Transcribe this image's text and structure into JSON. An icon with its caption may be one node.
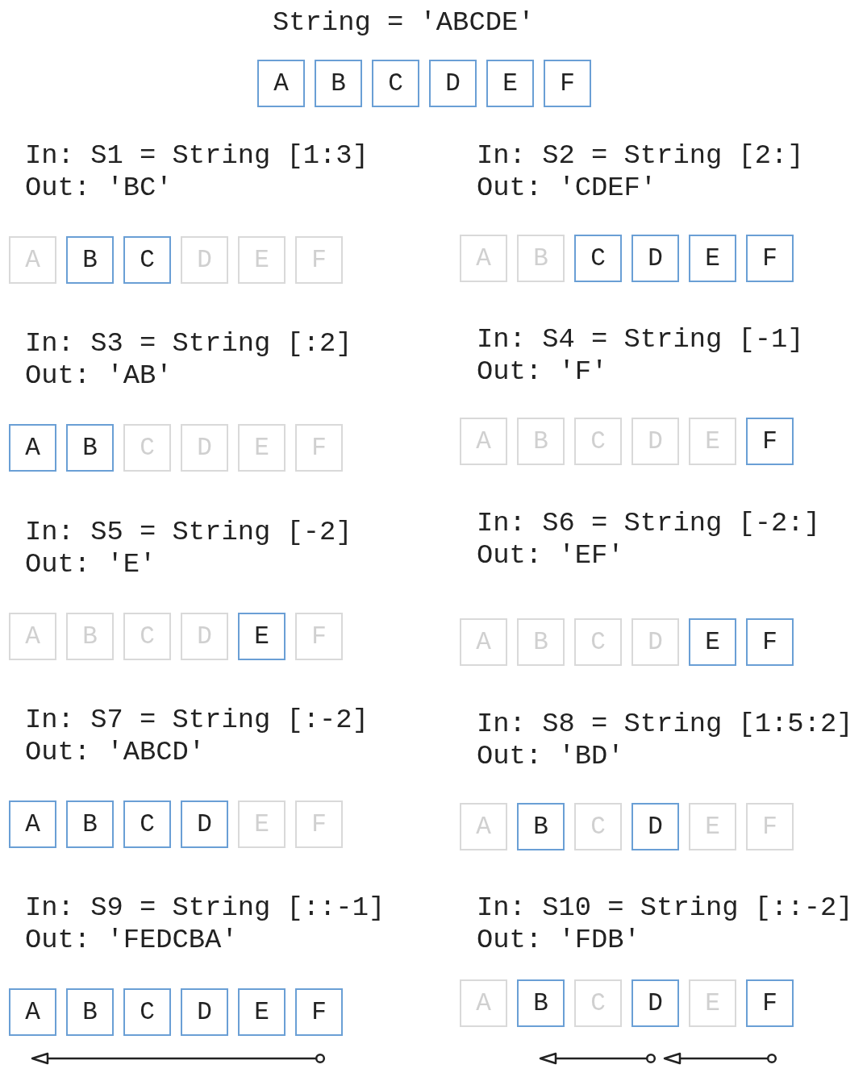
{
  "diagram": {
    "title": "String = 'ABCDE'",
    "nodes": [
      {
        "text": [
          "A"
        ]
      },
      {
        "text": [
          "B"
        ]
      },
      {
        "text": [
          "C"
        ]
      },
      {
        "text": [
          "D"
        ]
      },
      {
        "text": [
          "E"
        ]
      },
      {
        "text": [
          "F"
        ]
      },
      {
        "text": [
          "A"
        ]
      },
      {
        "text": [
          "B"
        ]
      },
      {
        "text": [
          "C"
        ]
      },
      {
        "text": [
          "D"
        ]
      },
      {
        "text": [
          "E"
        ]
      },
      {
        "text": [
          "F"
        ]
      },
      {
        "text": [
          "A"
        ]
      },
      {
        "text": [
          "B"
        ]
      },
      {
        "text": [
          "C"
        ]
      },
      {
        "text": [
          "D"
        ]
      },
      {
        "text": [
          "E"
        ]
      },
      {
        "text": [
          "F"
        ]
      },
      {
        "text": [
          "A"
        ]
      },
      {
        "text": [
          "B"
        ]
      },
      {
        "text": [
          "C"
        ]
      },
      {
        "text": [
          "D"
        ]
      },
      {
        "text": [
          "E"
        ]
      },
      {
        "text": [
          "F"
        ]
      },
      {
        "text": [
          "A"
        ]
      },
      {
        "text": [
          "B"
        ]
      },
      {
        "text": [
          "C"
        ]
      },
      {
        "text": [
          "D"
        ]
      },
      {
        "text": [
          "E"
        ]
      },
      {
        "text": [
          "F"
        ]
      },
      {
        "text": [
          "A"
        ]
      },
      {
        "text": [
          "B"
        ]
      },
      {
        "text": [
          "C"
        ]
      },
      {
        "text": [
          "D"
        ]
      },
      {
        "text": [
          "E"
        ]
      },
      {
        "text": [
          "F"
        ]
      },
      {
        "text": [
          "A"
        ]
      },
      {
        "text": [
          "B"
        ]
      },
      {
        "text": [
          "C"
        ]
      },
      {
        "text": [
          "D"
        ]
      },
      {
        "text": [
          "E"
        ]
      },
      {
        "text": [
          "F"
        ]
      },
      {
        "text": [
          "A"
        ]
      },
      {
        "text": [
          "B"
        ]
      },
      {
        "text": [
          "C"
        ]
      },
      {
        "text": [
          "D"
        ]
      },
      {
        "text": [
          "E"
        ]
      },
      {
        "text": [
          "F"
        ]
      },
      {
        "text": [
          "A"
        ]
      },
      {
        "text": [
          "B"
        ]
      },
      {
        "text": [
          "C"
        ]
      },
      {
        "text": [
          "D"
        ]
      },
      {
        "text": [
          "E"
        ]
      },
      {
        "text": [
          "F"
        ]
      },
      {
        "text": [
          "A"
        ]
      },
      {
        "text": [
          "B"
        ]
      },
      {
        "text": [
          "C"
        ]
      },
      {
        "text": [
          "D"
        ]
      },
      {
        "text": [
          "E"
        ]
      },
      {
        "text": [
          "F"
        ]
      },
      {
        "text": [
          "A"
        ]
      },
      {
        "text": [
          "B"
        ]
      },
      {
        "text": [
          "C"
        ]
      },
      {
        "text": [
          "D"
        ]
      },
      {
        "text": [
          "E"
        ]
      },
      {
        "text": [
          "F"
        ]
      }
    ],
    "labels": [
      "In: S1 = String [1:3]",
      "Out: 'BC'",
      "In: S2 = String [2:]",
      "Out: 'CDEF'",
      "In: S3 = String [:2]",
      "Out: 'AB'",
      "In: S4 = String [-1]",
      "Out: 'F'",
      "In: S5 = String [-2]",
      "Out: 'E'",
      "In: S6 = String [-2:]",
      "Out: 'EF'",
      "In: S7 = String [:-2]",
      "Out: 'ABCD'",
      "In: S8 = String [1:5:2]",
      "Out: 'BD'",
      "In: S9 = String [::-1]",
      "Out: 'FEDCBA'",
      "In: S10 = String [::-2]",
      "Out: 'FDB'"
    ]
  }
}
